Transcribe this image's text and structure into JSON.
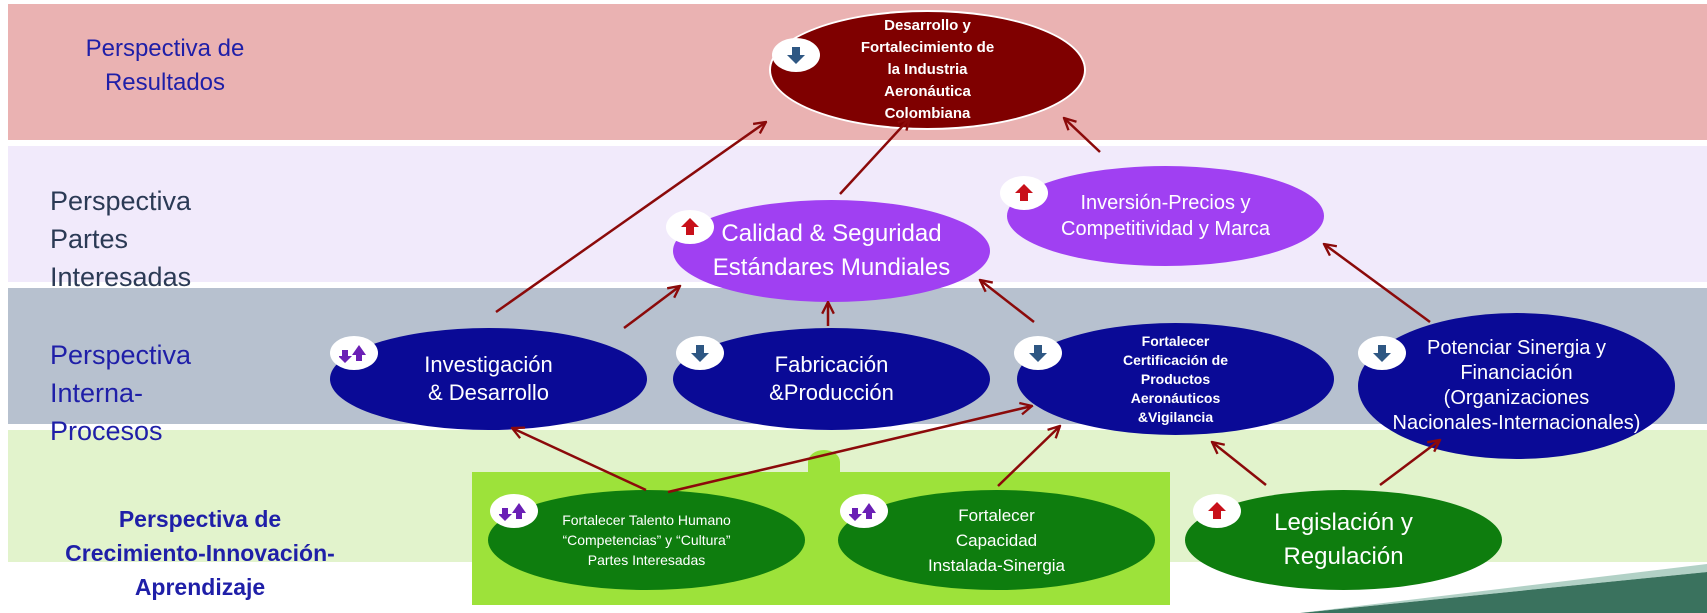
{
  "perspectives": {
    "resultados": "Perspectiva de\nResultados",
    "partes": "Perspectiva\nPartes\nInteresadas",
    "procesos": "Perspectiva\nInterna-\nProcesos",
    "crecimiento": "Perspectiva de\nCrecimiento-Innovación-\nAprendizaje"
  },
  "nodes": {
    "desarrollo": {
      "label": "Desarrollo y\nFortalecimiento de\nla Industria\nAeronáutica\nColombiana",
      "trend": "down"
    },
    "calidad": {
      "label": "Calidad & Seguridad\nEstándares Mundiales",
      "trend": "up"
    },
    "inversion": {
      "label": "Inversión-Precios y\nCompetitividad y Marca",
      "trend": "up"
    },
    "investigacion": {
      "label": "Investigación\n& Desarrollo",
      "trend": "mixed"
    },
    "fabricacion": {
      "label": "Fabricación\n&Producción",
      "trend": "down"
    },
    "certificacion": {
      "label": "Fortalecer\nCertificación de\nProductos\nAeronáuticos\n&Vigilancia",
      "trend": "down"
    },
    "sinergia": {
      "label": "Potenciar Sinergia y\nFinanciación\n(Organizaciones\nNacionales-Internacionales)",
      "trend": "down"
    },
    "talento": {
      "label": "Fortalecer Talento Humano\n“Competencias” y “Cultura”\nPartes Interesadas",
      "trend": "mixed"
    },
    "capacidad": {
      "label": "Fortalecer\nCapacidad\nInstalada-Sinergia",
      "trend": "mixed"
    },
    "legislacion": {
      "label": "Legislación y\nRegulación",
      "trend": "up"
    }
  },
  "colors": {
    "band_resultados": "#EAB2B2",
    "band_partes": "#F1EAFB",
    "band_procesos": "#B7C1CF",
    "band_crecimiento": "#E2F3CC",
    "highlight_green": "#9DE23A",
    "result_node": "#7F0000",
    "stakeholder_node": "#A040F2",
    "process_node": "#0A0A96",
    "growth_node": "#0E7D0E",
    "arrow": "#8B0A0A",
    "up_arrow": "#C8101A",
    "down_arrow": "#2E5783",
    "mixed_arrow": "#6A1FB5"
  }
}
